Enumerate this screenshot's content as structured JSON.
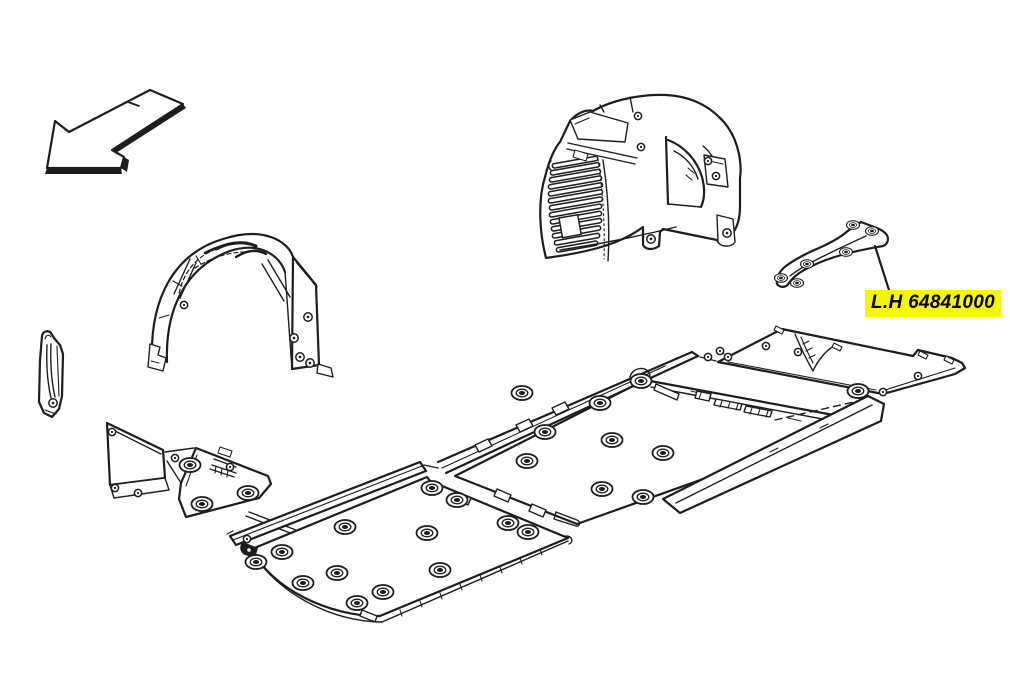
{
  "diagram": {
    "kind": "exploded-parts line drawing",
    "subject": "Car underbody panels, wheel arch liner and rear wheel housing",
    "background_color": "#ffffff",
    "line_color": "#1d1d1d",
    "callout": {
      "text": "L.H 64841000",
      "side": "L.H",
      "part_number": "64841000",
      "highlight_color": "#f6f600",
      "text_color": "#000000"
    },
    "parts": [
      "direction-arrow",
      "wheel-arch-liner",
      "wheel-housing",
      "pillar-bracket",
      "floor-bracket-panel",
      "sill-strip-front",
      "sill-strip-rear",
      "front-floor-panel",
      "center-floor-panel",
      "rear-floor-panel",
      "rocker-strip",
      "callout-part-bracket"
    ]
  }
}
